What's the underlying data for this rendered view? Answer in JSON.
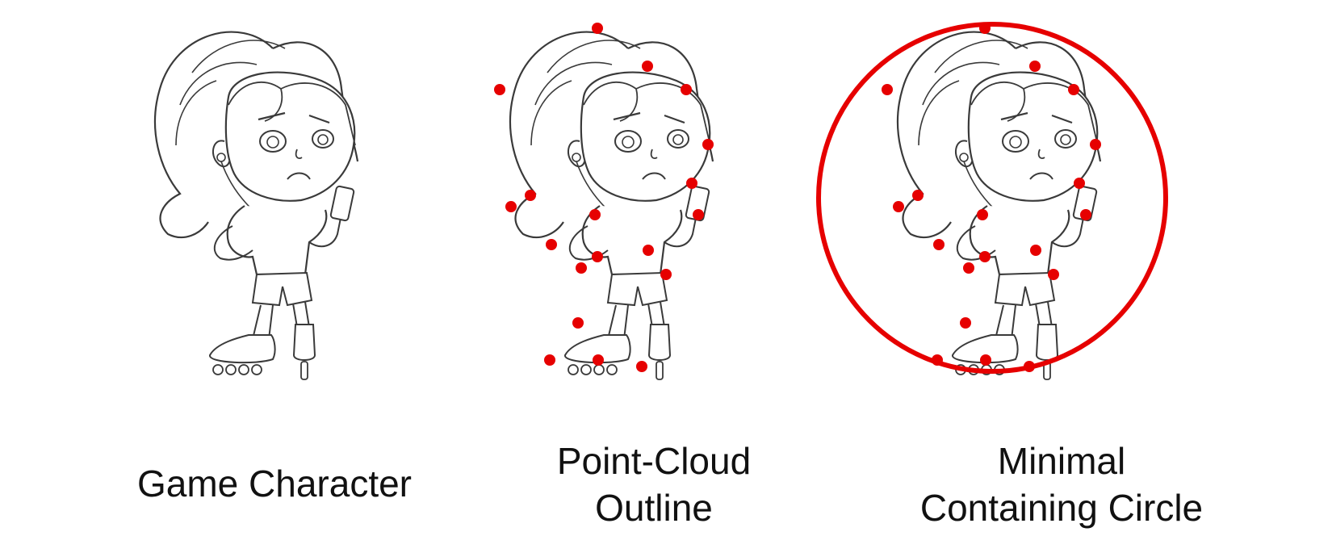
{
  "panels": [
    {
      "id": "game-character",
      "caption_lines": [
        "Game Character"
      ],
      "shows_points": false,
      "shows_circle": false
    },
    {
      "id": "point-cloud-outline",
      "caption_lines": [
        "Point-Cloud",
        "Outline"
      ],
      "shows_points": true,
      "shows_circle": false
    },
    {
      "id": "minimal-containing-circle",
      "caption_lines": [
        "Minimal",
        "Containing Circle"
      ],
      "shows_points": true,
      "shows_circle": true
    }
  ],
  "colors": {
    "point": "#e60000",
    "circle": "#e60000",
    "sketch": "#3a3a3a",
    "background": "#ffffff"
  }
}
